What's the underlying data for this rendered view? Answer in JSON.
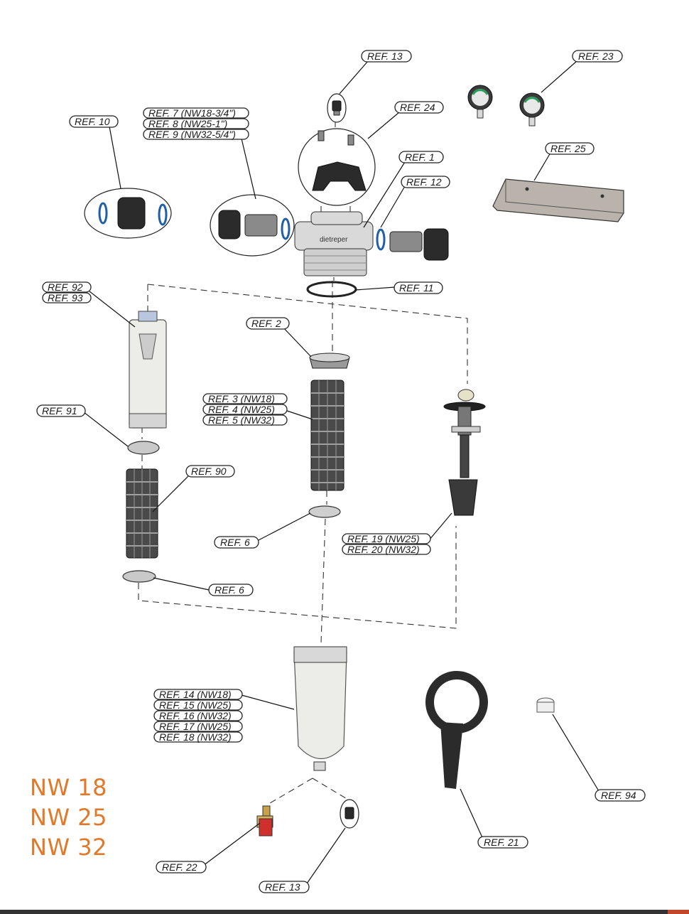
{
  "series_labels": [
    "NW 18",
    "NW 25",
    "NW 32"
  ],
  "colors": {
    "series": "#e07a2a",
    "oring": "#1f5fa8",
    "accent_red": "#c2462a"
  },
  "references": [
    {
      "id": "ref-13-top",
      "lines": [
        "REF. 13"
      ]
    },
    {
      "id": "ref-23",
      "lines": [
        "REF. 23"
      ]
    },
    {
      "id": "ref-24",
      "lines": [
        "REF. 24"
      ]
    },
    {
      "id": "ref-10",
      "lines": [
        "REF. 10"
      ]
    },
    {
      "id": "ref-7-8-9",
      "lines": [
        "REF. 7 (NW18-3/4\")",
        "REF. 8 (NW25-1\")",
        "REF. 9 (NW32-5/4\")"
      ]
    },
    {
      "id": "ref-1",
      "lines": [
        "REF. 1"
      ]
    },
    {
      "id": "ref-12",
      "lines": [
        "REF. 12"
      ]
    },
    {
      "id": "ref-25",
      "lines": [
        "REF. 25"
      ]
    },
    {
      "id": "ref-11",
      "lines": [
        "REF. 11"
      ]
    },
    {
      "id": "ref-92-93",
      "lines": [
        "REF. 92",
        "REF. 93"
      ]
    },
    {
      "id": "ref-2",
      "lines": [
        "REF. 2"
      ]
    },
    {
      "id": "ref-3-4-5",
      "lines": [
        "REF. 3 (NW18)",
        "REF. 4 (NW25)",
        "REF. 5 (NW32)"
      ]
    },
    {
      "id": "ref-91",
      "lines": [
        "REF. 91"
      ]
    },
    {
      "id": "ref-90",
      "lines": [
        "REF. 90"
      ]
    },
    {
      "id": "ref-6-mid",
      "lines": [
        "REF. 6"
      ]
    },
    {
      "id": "ref-19-20",
      "lines": [
        "REF. 19 (NW25)",
        "REF. 20 (NW32)"
      ]
    },
    {
      "id": "ref-6-low",
      "lines": [
        "REF. 6"
      ]
    },
    {
      "id": "ref-14-18",
      "lines": [
        "REF. 14 (NW18)",
        "REF. 15 (NW25)",
        "REF. 16 (NW32)",
        "REF. 17 (NW25)",
        "REF. 18 (NW32)"
      ]
    },
    {
      "id": "ref-94",
      "lines": [
        "REF. 94"
      ]
    },
    {
      "id": "ref-21",
      "lines": [
        "REF. 21"
      ]
    },
    {
      "id": "ref-22",
      "lines": [
        "REF. 22"
      ]
    },
    {
      "id": "ref-13-bottom",
      "lines": [
        "REF. 13"
      ]
    }
  ]
}
